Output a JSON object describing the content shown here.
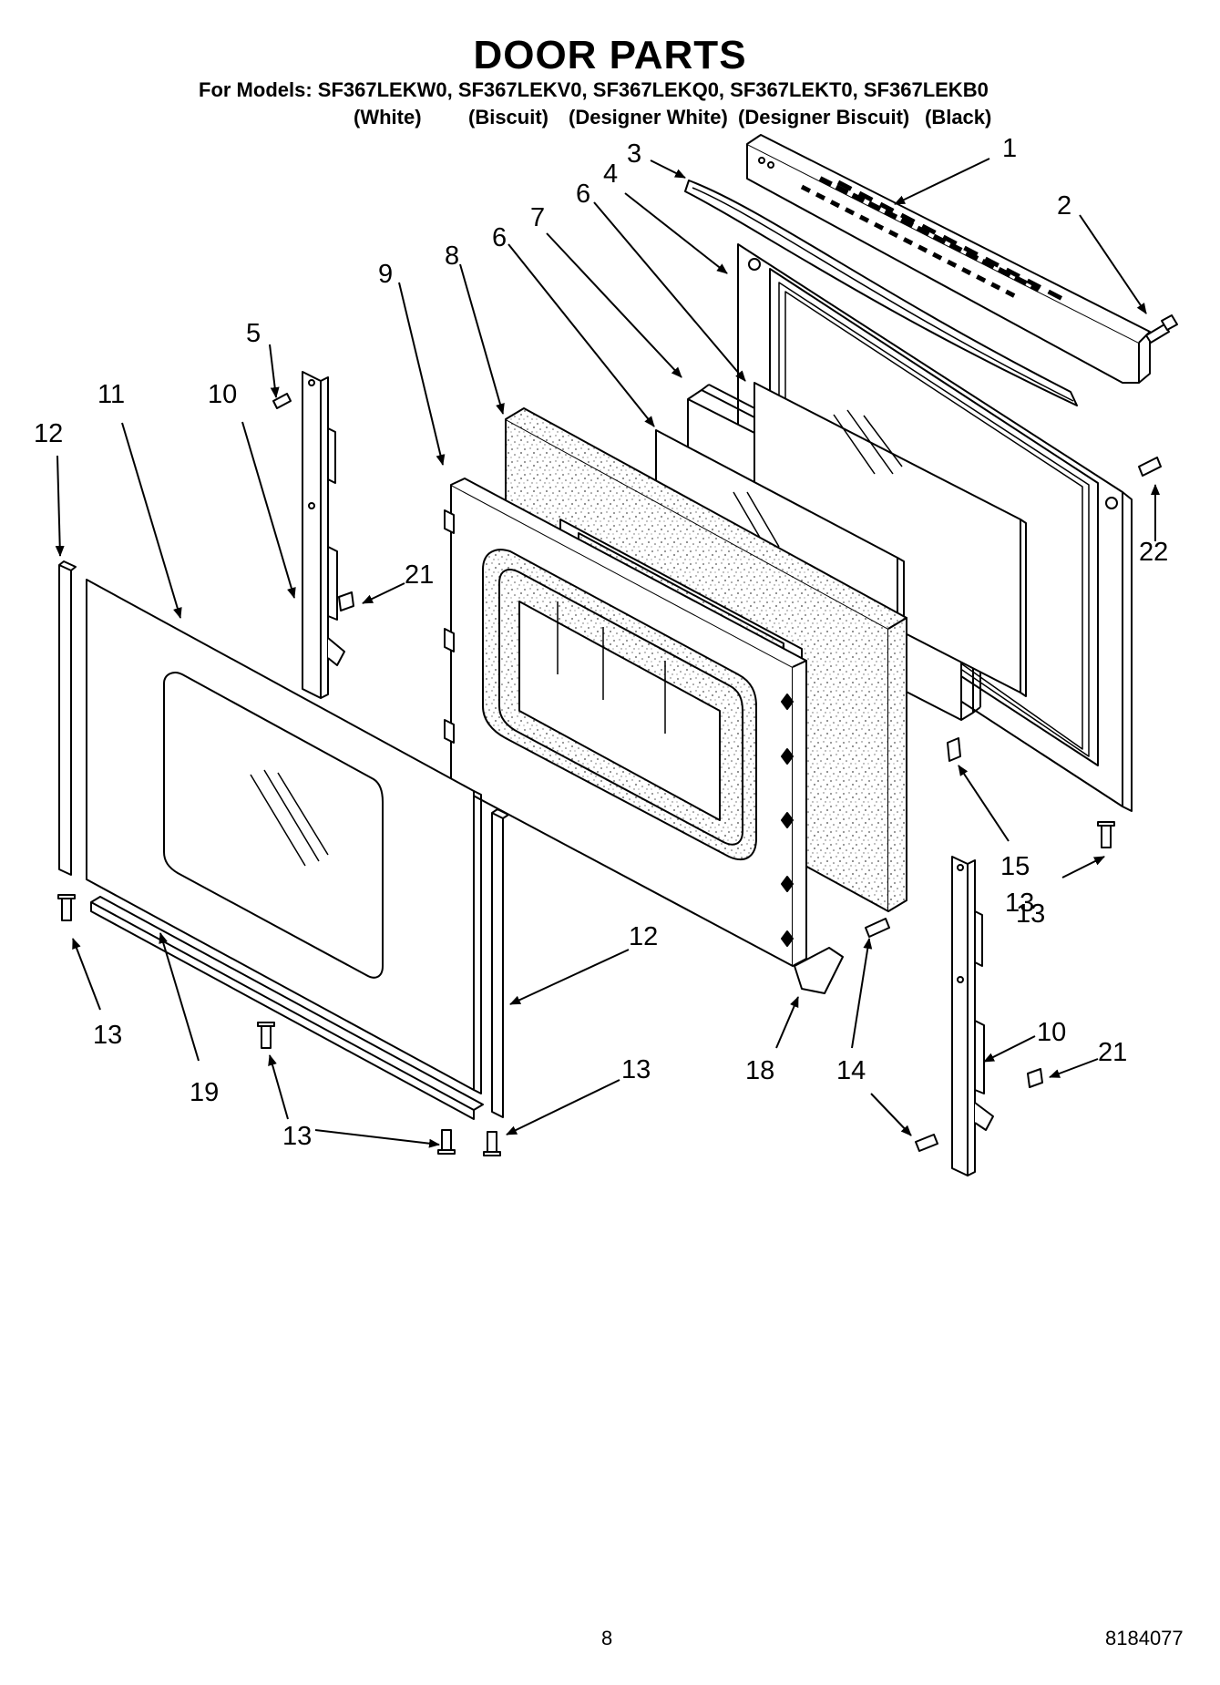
{
  "header": {
    "title": "DOOR PARTS",
    "models_line": "For Models: SF367LEKW0, SF367LEKV0, SF367LEKQ0, SF367LEKT0, SF367LEKB0",
    "colors": [
      "(White)",
      "(Biscuit)",
      "(Designer White)",
      "(Designer Biscuit)",
      "(Black)"
    ]
  },
  "callouts": [
    "1",
    "2",
    "3",
    "4",
    "5",
    "6",
    "6",
    "7",
    "8",
    "9",
    "10",
    "10",
    "11",
    "12",
    "12",
    "13",
    "13",
    "13",
    "13",
    "13",
    "14",
    "15",
    "18",
    "19",
    "21",
    "21",
    "22"
  ],
  "footer": {
    "page_number": "8",
    "doc_number": "8184077"
  }
}
